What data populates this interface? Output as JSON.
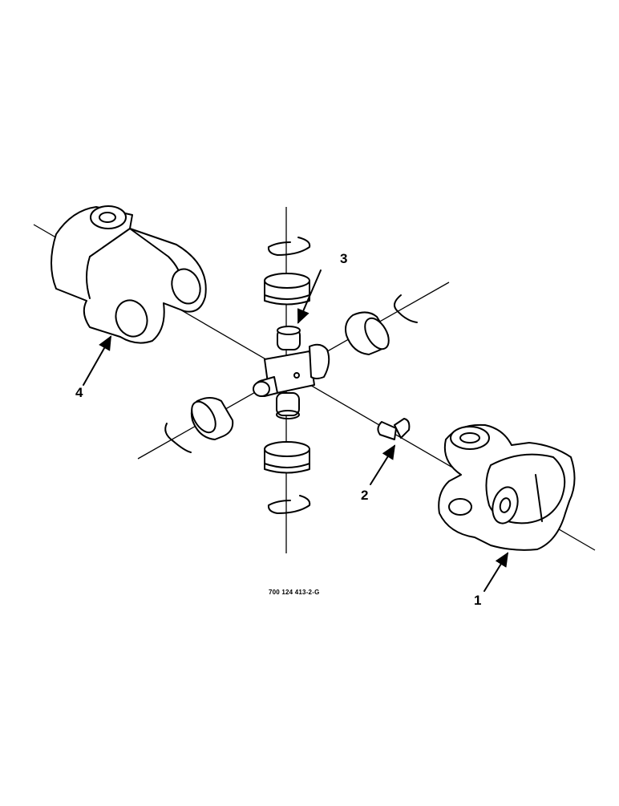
{
  "diagram": {
    "drawing_number": "700 124 413-2-G",
    "callouts": [
      {
        "id": "1",
        "label": "1"
      },
      {
        "id": "2",
        "label": "2"
      },
      {
        "id": "3",
        "label": "3"
      },
      {
        "id": "4",
        "label": "4"
      }
    ]
  }
}
